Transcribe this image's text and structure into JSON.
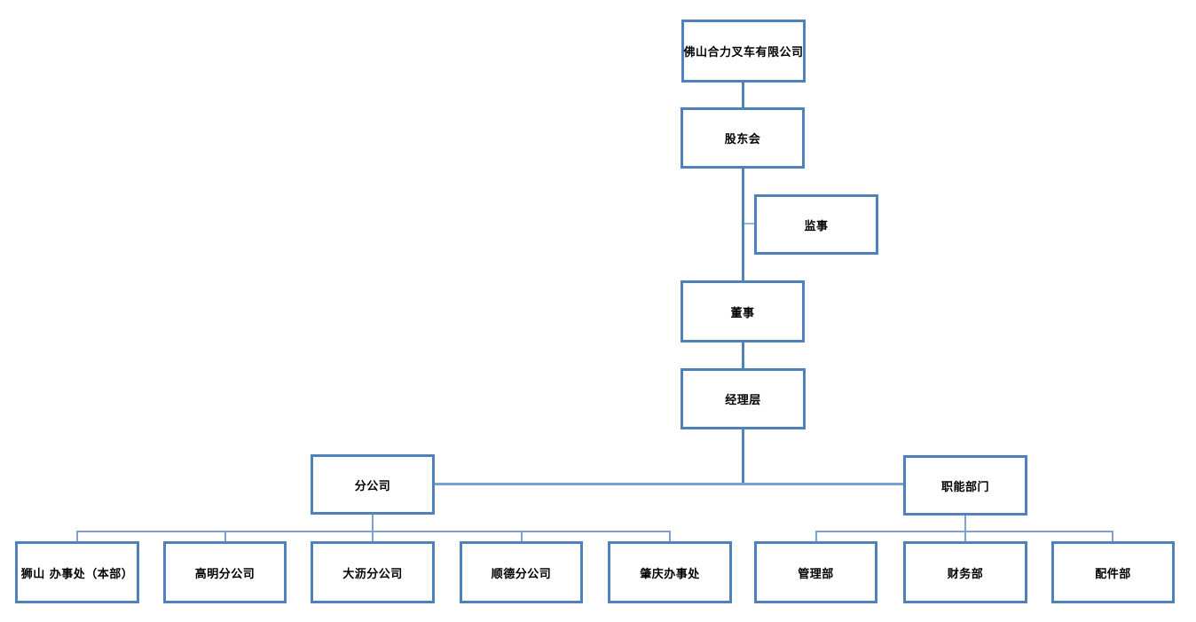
{
  "diagram": {
    "type": "org-chart",
    "background": "#FFFFFF"
  },
  "colors": {
    "box_border": "#4F81BD",
    "trunk_connector": "#4F81BD",
    "branch_connector": "#7CA1D2",
    "stub_connector": "#95B3D7",
    "text": "#000000",
    "background": "#FFFFFF"
  },
  "nodes": {
    "company": "佛山合力叉车有限公司",
    "shareholders": "股东会",
    "supervisor": "监事",
    "director": "董事",
    "management": "经理层",
    "branches": "分公司",
    "functional": "职能部门",
    "shishan": "狮山 办事处（本部）",
    "gaoming": "高明分公司",
    "dali": "大沥分公司",
    "shunde": "顺德分公司",
    "zhaoqing": "肇庆办事处",
    "mgmt_dept": "管理部",
    "finance_dept": "财务部",
    "parts_dept": "配件部"
  },
  "edges": [
    [
      "company",
      "shareholders"
    ],
    [
      "shareholders",
      "director"
    ],
    [
      "shareholders-director-trunk",
      "supervisor"
    ],
    [
      "director",
      "management"
    ],
    [
      "management",
      "branches"
    ],
    [
      "management",
      "functional"
    ],
    [
      "branches",
      "shishan"
    ],
    [
      "branches",
      "gaoming"
    ],
    [
      "branches",
      "dali"
    ],
    [
      "branches",
      "shunde"
    ],
    [
      "branches",
      "zhaoqing"
    ],
    [
      "functional",
      "mgmt_dept"
    ],
    [
      "functional",
      "finance_dept"
    ],
    [
      "functional",
      "parts_dept"
    ]
  ]
}
